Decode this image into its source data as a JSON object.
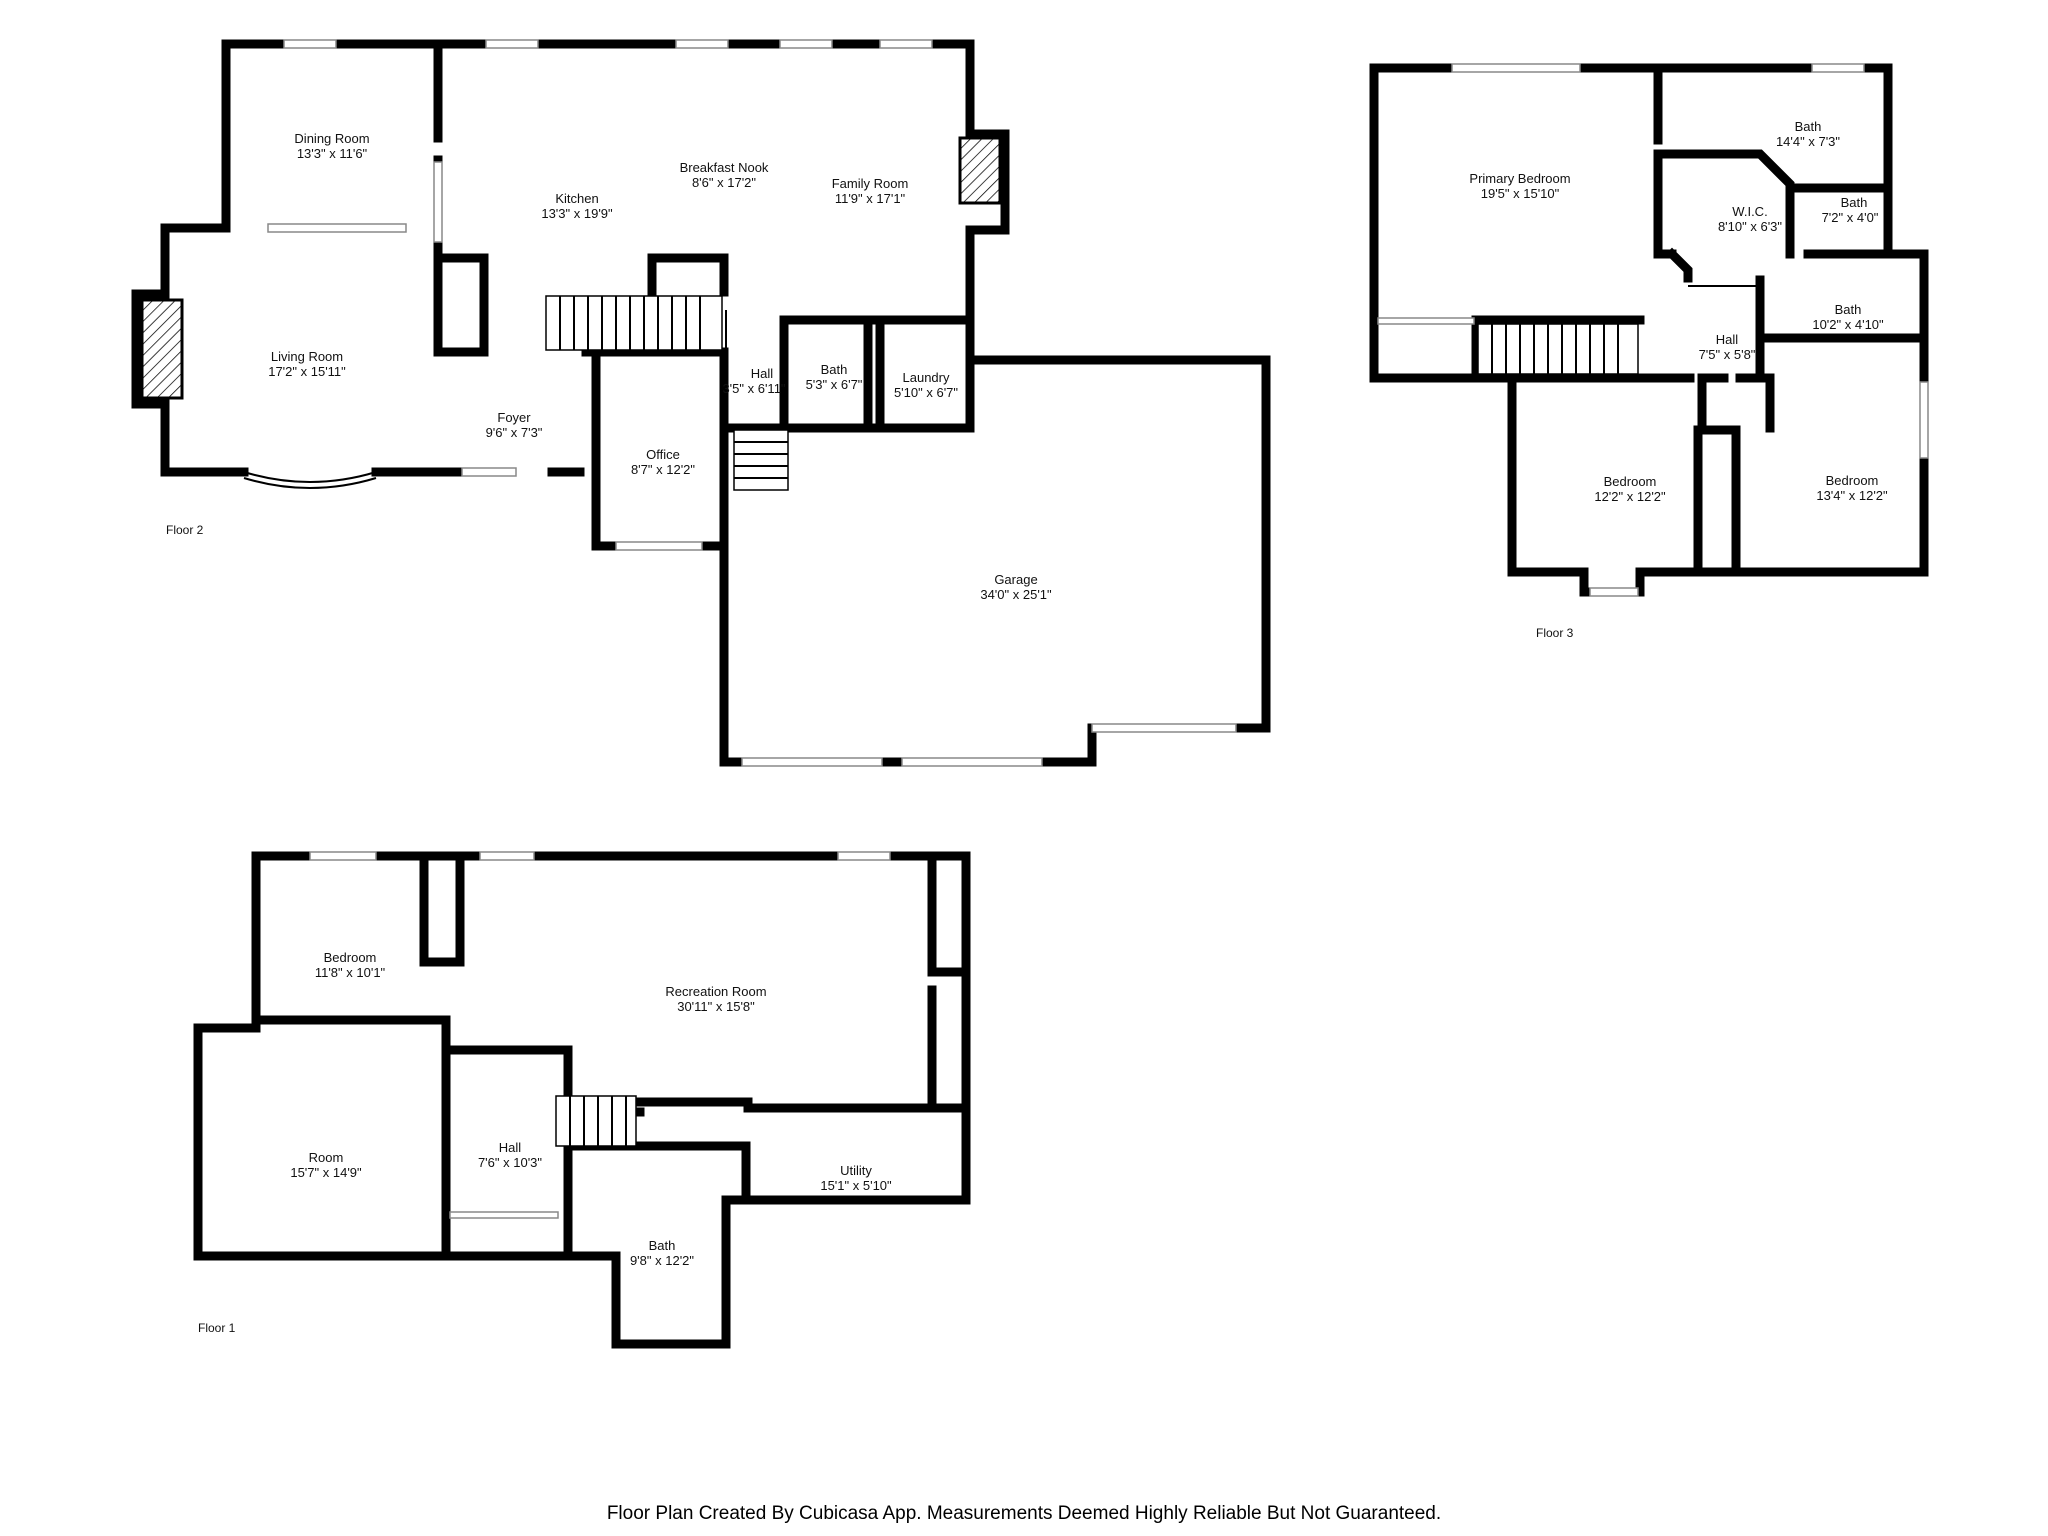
{
  "floors": [
    {
      "label": "Floor 2"
    },
    {
      "label": "Floor 3"
    },
    {
      "label": "Floor 1"
    }
  ],
  "rooms": {
    "dining": {
      "name": "Dining Room",
      "dim": "13'3\" x 11'6\""
    },
    "kitchen": {
      "name": "Kitchen",
      "dim": "13'3\" x 19'9\""
    },
    "breakfast": {
      "name": "Breakfast Nook",
      "dim": "8'6\" x 17'2\""
    },
    "family": {
      "name": "Family Room",
      "dim": "11'9\" x 17'1\""
    },
    "living": {
      "name": "Living Room",
      "dim": "17'2\" x 15'11\""
    },
    "foyer": {
      "name": "Foyer",
      "dim": "9'6\" x 7'3\""
    },
    "office": {
      "name": "Office",
      "dim": "8'7\" x 12'2\""
    },
    "hall2": {
      "name": "Hall",
      "dim": "3'5\" x 6'11\""
    },
    "bath2": {
      "name": "Bath",
      "dim": "5'3\" x 6'7\""
    },
    "laundry": {
      "name": "Laundry",
      "dim": "5'10\" x 6'7\""
    },
    "garage": {
      "name": "Garage",
      "dim": "34'0\" x 25'1\""
    },
    "primary": {
      "name": "Primary Bedroom",
      "dim": "19'5\" x 15'10\""
    },
    "bath3a": {
      "name": "Bath",
      "dim": "14'4\" x 7'3\""
    },
    "wic": {
      "name": "W.I.C.",
      "dim": "8'10\" x 6'3\""
    },
    "bath3b": {
      "name": "Bath",
      "dim": "7'2\" x 4'0\""
    },
    "bath3c": {
      "name": "Bath",
      "dim": "10'2\" x 4'10\""
    },
    "hall3": {
      "name": "Hall",
      "dim": "7'5\" x 5'8\""
    },
    "bed3a": {
      "name": "Bedroom",
      "dim": "12'2\" x 12'2\""
    },
    "bed3b": {
      "name": "Bedroom",
      "dim": "13'4\" x 12'2\""
    },
    "bed1": {
      "name": "Bedroom",
      "dim": "11'8\" x 10'1\""
    },
    "rec": {
      "name": "Recreation Room",
      "dim": "30'11\" x 15'8\""
    },
    "room1": {
      "name": "Room",
      "dim": "15'7\" x 14'9\""
    },
    "hall1": {
      "name": "Hall",
      "dim": "7'6\" x 10'3\""
    },
    "utility": {
      "name": "Utility",
      "dim": "15'1\" x 5'10\""
    },
    "bath1": {
      "name": "Bath",
      "dim": "9'8\" x 12'2\""
    }
  },
  "footer": "Floor Plan Created By Cubicasa App. Measurements Deemed Highly Reliable But Not Guaranteed."
}
